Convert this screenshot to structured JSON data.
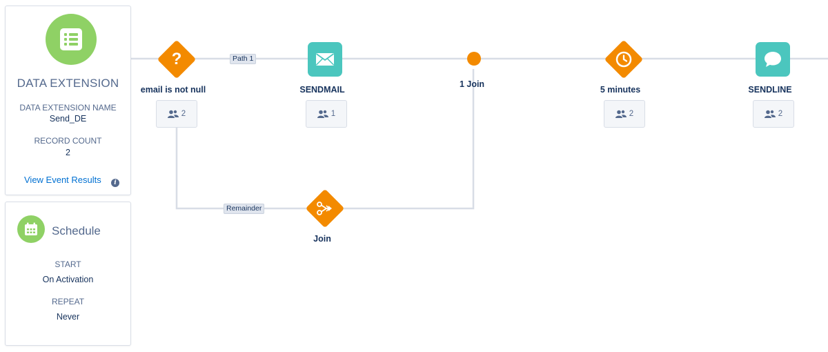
{
  "data_extension": {
    "title": "DATA EXTENSION",
    "name_label": "DATA EXTENSION NAME",
    "name_value": "Send_DE",
    "count_label": "RECORD COUNT",
    "count_value": "2",
    "link": "View Event Results",
    "info_glyph": "i"
  },
  "schedule": {
    "title": "Schedule",
    "start_label": "START",
    "start_value": "On Activation",
    "repeat_label": "REPEAT",
    "repeat_value": "Never"
  },
  "nodes": {
    "decision": {
      "label": "email is not null",
      "count": "2",
      "glyph": "?"
    },
    "sendmail": {
      "label": "SENDMAIL",
      "count": "1"
    },
    "join_point": {
      "label": "1 Join"
    },
    "wait": {
      "label": "5 minutes",
      "count": "2"
    },
    "sendline": {
      "label": "SENDLINE",
      "count": "2"
    },
    "join": {
      "label": "Join"
    }
  },
  "paths": {
    "path1": "Path 1",
    "remainder": "Remainder"
  },
  "colors": {
    "entry_green": "#8fd165",
    "activity_orange": "#f38a00",
    "message_teal": "#4bc6be",
    "link_blue": "#0070d2",
    "line_gray": "#d8dde6"
  }
}
